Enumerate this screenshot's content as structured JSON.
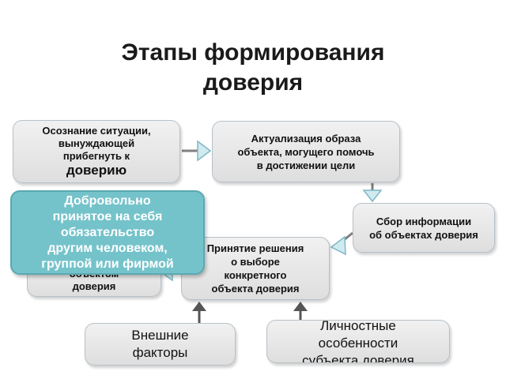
{
  "title": "Этапы формирования\nдоверия",
  "boxes": {
    "awareness": {
      "text": "Осознание ситуации,\nвынуждающей\nприбегнуть к",
      "emphasis": "доверию"
    },
    "actualization": {
      "text": "Актуализация образа\nобъекта, могущего помочь\nв достижении цели"
    },
    "info_collection": {
      "text": "Сбор информации\nоб объектах доверия"
    },
    "decision": {
      "text": "Принятие решения\nо выборе\nконкретного\nобъекта доверия"
    },
    "partial": {
      "text": "объектом\nдоверия"
    },
    "external_factors": {
      "text": "Внешние\nфакторы"
    },
    "personal_traits": {
      "text": "Личностные\nособенности\nсубъекта доверия"
    }
  },
  "overlay": {
    "text": "Добровольно\nпринятое на себя\nобязательство\nдругим человеком,\nгруппой или фирмой"
  },
  "colors": {
    "box_border": "#b7c0c8",
    "arrow_fill": "#cfeaf0",
    "arrow_stroke": "#7fb8c4",
    "overlay_fill": "#75c3ca"
  }
}
